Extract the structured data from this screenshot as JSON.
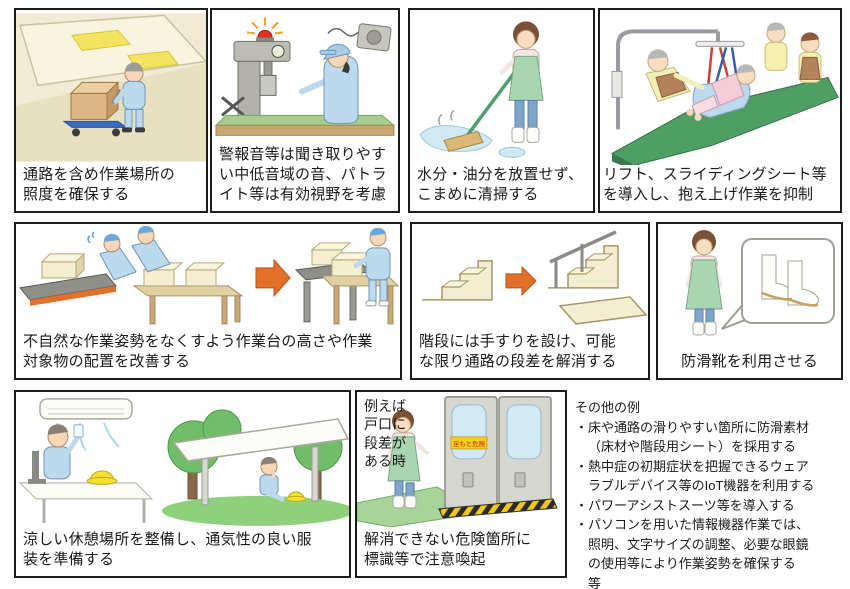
{
  "panels": {
    "lighting": {
      "caption": "通路を含め作業場所の\n照度を確保する"
    },
    "alarm": {
      "caption": "警報音等は聞き取りやす\nい中低音域の音、パトラ\nイト等は有効視野を考慮"
    },
    "cleaning": {
      "caption": "水分・油分を放置せず、\nこまめに清掃する"
    },
    "lift": {
      "caption": "リフト、スライディングシート等\nを導入し、抱え上げ作業を抑制"
    },
    "workbench": {
      "caption": "不自然な作業姿勢をなくすよう作業台の高さや作業\n対象物の配置を改善する"
    },
    "stairs": {
      "caption": "階段には手すりを設け、可能\nな限り通路の段差を解消する"
    },
    "boots": {
      "caption": "防滑靴を利用させる"
    },
    "rest": {
      "caption": "涼しい休憩場所を整備し、通気性の良い服\n装を準備する"
    },
    "hazard": {
      "note": "例えば\n戸口に\n段差が\nある時",
      "caption": "解消できない危険箇所に\n標識等で注意喚起",
      "sign_label": "足もと危険"
    }
  },
  "other_examples": {
    "title": "その他の例",
    "items": [
      "・床や通路の滑りやすい箇所に防滑素材\n（床材や階段用シート）を採用する",
      "・熱中症の初期症状を把握できるウェア\nラブルデバイス等のIoT機器を利用する",
      "・パワーアシストスーツ等を導入する",
      "・パソコンを用いた情報機器作業では、\n照明、文字サイズの調整、必要な眼鏡\nの使用等により作業姿勢を確保する",
      "　等"
    ]
  },
  "colors": {
    "arrow_orange": "#e2702a",
    "hazard_yellow": "#f2c811",
    "sign_yellow": "#f5d020",
    "sign_red": "#cc2418",
    "mattress_green": "#4f9e63",
    "apron_green": "#a9d6b0",
    "worker_blue": "#bcd9ee"
  }
}
